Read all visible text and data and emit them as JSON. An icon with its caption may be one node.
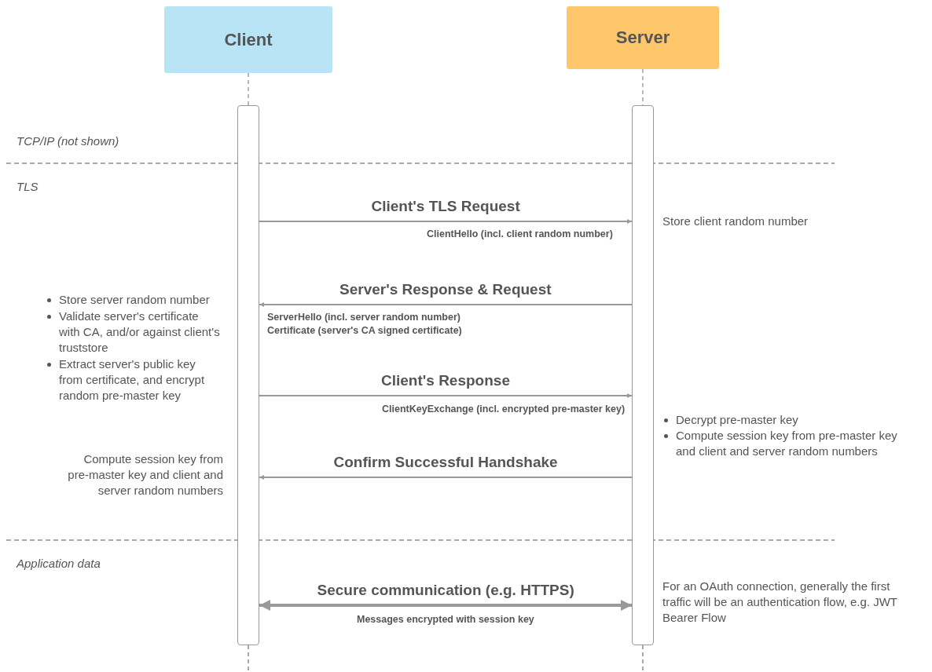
{
  "diagram": {
    "nodes": [
      {
        "text": [
          "Client"
        ]
      },
      {
        "text": [
          "Server"
        ]
      },
      {
        "text": [],
        "shape": "bar"
      },
      {
        "text": [],
        "shape": "bar"
      }
    ],
    "edges": [
      {
        "from": 2,
        "to": 3,
        "arrow": "to",
        "label": "Client's TLS Request"
      },
      {
        "from": 3,
        "to": 2,
        "arrow": "to",
        "label": "Server's Response & Request"
      },
      {
        "from": 2,
        "to": 3,
        "arrow": "to",
        "label": "Client's Response"
      },
      {
        "from": 3,
        "to": 2,
        "arrow": "to",
        "label": "Confirm Successful Handshake"
      },
      {
        "from": 2,
        "to": 3,
        "arrow": "both",
        "label": "Secure communication (e.g. HTTPS)",
        "style": "thick"
      },
      {
        "from": 0,
        "to": 2,
        "arrow": "none",
        "style": "dashed"
      },
      {
        "from": 1,
        "to": 3,
        "arrow": "none",
        "style": "dashed"
      }
    ],
    "labels": [
      "TCP/IP (not shown)",
      "TLS",
      "ClientHello (incl. client random number)",
      "Store client random number",
      "Store server random number",
      "Validate server's certificate with CA, and/or against client's truststore",
      "Extract server's public key from certificate, and encrypt random pre-master key",
      "ServerHello (incl. server random number)",
      "Certificate (server's CA signed certificate)",
      "ClientKeyExchange (incl. encrypted pre-master key)",
      "Decrypt pre-master key",
      "Compute session key from pre-master key and client and server random numbers",
      "Compute session key from pre-master key and client and server random numbers",
      "Application data",
      "Messages encrypted with session key",
      "For an OAuth connection, generally the first traffic will be an authentication flow, e.g. JWT Bearer Flow"
    ]
  }
}
